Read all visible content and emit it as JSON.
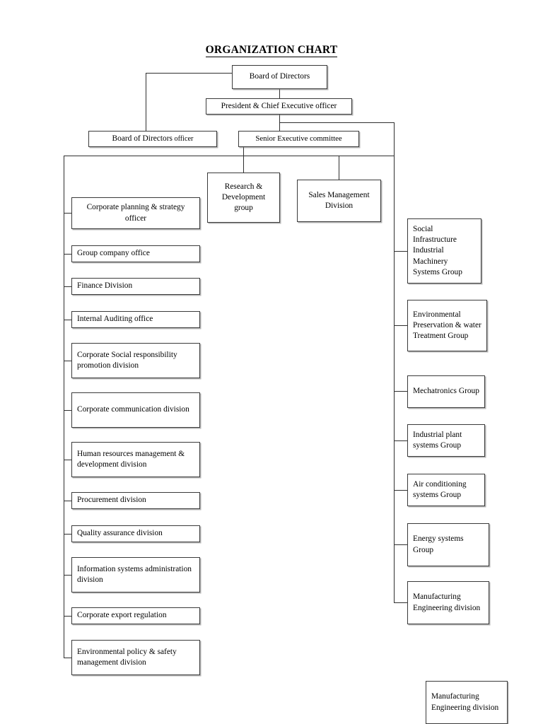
{
  "title": "ORGANIZATION CHART",
  "nodes": {
    "board_of_directors": "Board of Directors",
    "president_ceo": "President & Chief Executive officer",
    "board_of_directors_officer_main": "Board of Directors",
    "board_of_directors_officer_suffix": "officer",
    "senior_executive_committee": "Senior Executive committee",
    "research_development_group": "Research & Development group",
    "sales_management_division": "Sales Management Division"
  },
  "left_column": [
    {
      "label": "Corporate planning & strategy officer",
      "align": "center"
    },
    {
      "label": "Group company office",
      "align": "left"
    },
    {
      "label": "Finance Division",
      "align": "left"
    },
    {
      "label": "Internal Auditing office",
      "align": "left"
    },
    {
      "label": "Corporate Social responsibility promotion division",
      "align": "left"
    },
    {
      "label": "Corporate communication division",
      "align": "left"
    },
    {
      "label": "Human resources management & development division",
      "align": "left"
    },
    {
      "label": "Procurement division",
      "align": "left"
    },
    {
      "label": "Quality assurance division",
      "align": "left"
    },
    {
      "label": "Information systems administration division",
      "align": "left"
    },
    {
      "label": "Corporate export regulation",
      "align": "left"
    },
    {
      "label": "Environmental policy & safety management division",
      "align": "left"
    }
  ],
  "right_column": [
    {
      "label": "Social Infrastructure Industrial Machinery Systems Group"
    },
    {
      "label": "Environmental Preservation & water Treatment Group"
    },
    {
      "label": "Mechatronics Group"
    },
    {
      "label": "Industrial plant systems Group"
    },
    {
      "label": "Air conditioning systems Group"
    },
    {
      "label": "Energy systems Group"
    },
    {
      "label": "Manufacturing Engineering division"
    }
  ],
  "detached": {
    "manufacturing_engineering_division": "Manufacturing Engineering division"
  },
  "colors": {
    "background": "#ffffff",
    "text": "#000000",
    "box_border": "#3a3a3a",
    "connector": "#2f2f2f"
  }
}
